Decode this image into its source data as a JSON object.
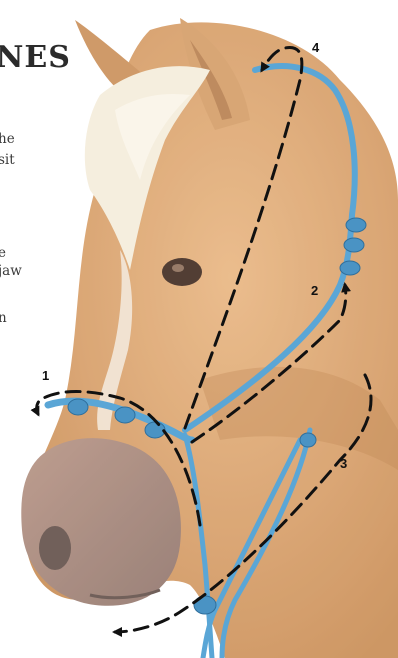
{
  "heading": {
    "title": "NES"
  },
  "text_fragments": [
    "he",
    "sit",
    "e",
    "jaw",
    "n"
  ],
  "step_labels": [
    "1",
    "2",
    "3",
    "4"
  ],
  "colors": {
    "rope": "#5aa6d6",
    "arrow": "#111111",
    "horse_coat": "#d9a26c",
    "mane": "#f2ead8"
  },
  "illustration": "horse-head-rope-halter-illustration"
}
